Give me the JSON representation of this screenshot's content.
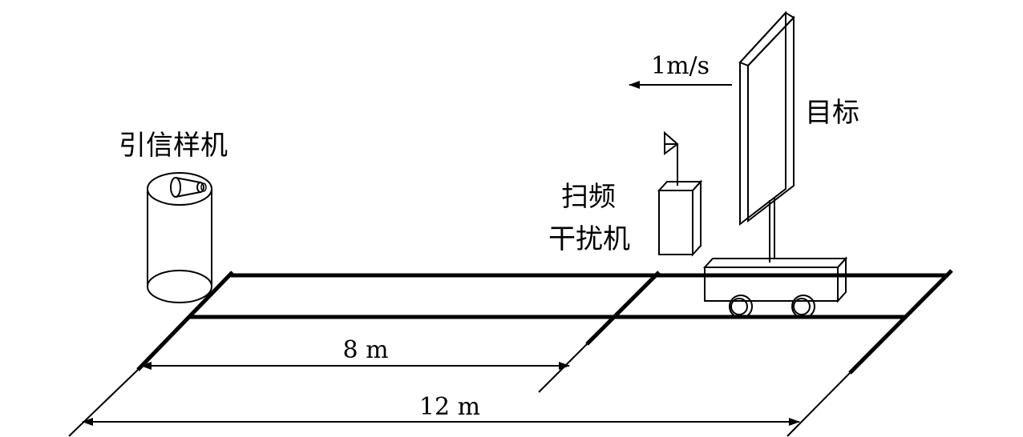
{
  "labels": {
    "fuze": "引信样机",
    "velocity": "1m/s",
    "target": "目标",
    "jammer_line1": "扫频",
    "jammer_line2": "干扰机",
    "dist_short": "8 m",
    "dist_long": "12 m"
  },
  "colors": {
    "line": "#000000",
    "background": "#ffffff"
  }
}
